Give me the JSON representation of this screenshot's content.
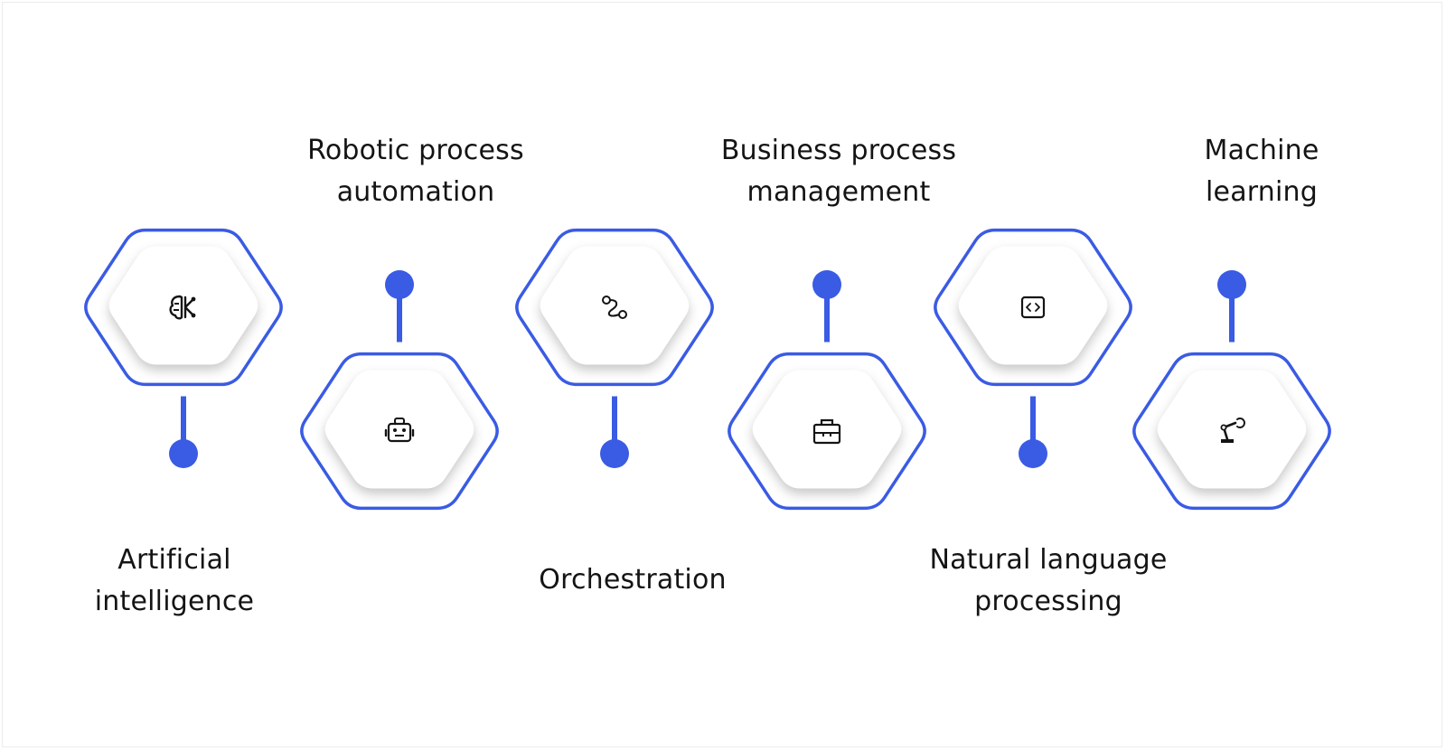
{
  "colors": {
    "accent": "#3a5be3",
    "hexagon_fill": "#ffffff",
    "icon": "#141414",
    "text": "#141414"
  },
  "items": [
    {
      "label_lines": [
        "Artificial",
        "intelligence"
      ],
      "icon": "brain-circuit-icon",
      "row": "upper",
      "label_position": "below"
    },
    {
      "label_lines": [
        "Robotic process",
        "automation"
      ],
      "icon": "robot-icon",
      "row": "lower",
      "label_position": "above"
    },
    {
      "label_lines": [
        "Orchestration"
      ],
      "icon": "workflow-path-icon",
      "row": "upper",
      "label_position": "below"
    },
    {
      "label_lines": [
        "Business process",
        "management"
      ],
      "icon": "briefcase-icon",
      "row": "lower",
      "label_position": "above"
    },
    {
      "label_lines": [
        "Natural language",
        "processing"
      ],
      "icon": "code-window-icon",
      "row": "upper",
      "label_position": "below"
    },
    {
      "label_lines": [
        "Machine",
        "learning"
      ],
      "icon": "robotic-arm-icon",
      "row": "lower",
      "label_position": "above"
    }
  ]
}
